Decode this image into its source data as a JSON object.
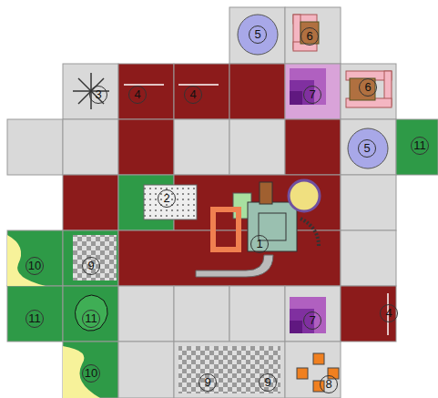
{
  "diagram": {
    "labels": [
      "5",
      "6",
      "3",
      "4",
      "4",
      "7",
      "6",
      "5",
      "11",
      "2",
      "1",
      "10",
      "9",
      "11",
      "11",
      "7",
      "4",
      "10",
      "9",
      "9",
      "8"
    ]
  }
}
